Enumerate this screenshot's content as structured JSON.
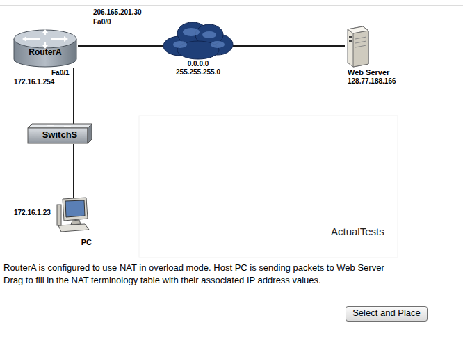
{
  "diagram": {
    "nodes": [
      {
        "text": [
          "RouterA"
        ]
      },
      {
        "text": [
          "0.0.0.0",
          "255.255.255.0"
        ]
      },
      {
        "text": [
          "Web Server",
          "128.77.188.166"
        ]
      },
      {
        "text": [
          "SwitchS"
        ]
      },
      {
        "text": [
          "PC"
        ]
      },
      {
        "text": [
          "Select and Place"
        ]
      }
    ],
    "edges": [
      {
        "from": 0,
        "to": 1,
        "arrow": "none"
      },
      {
        "from": 1,
        "to": 2,
        "arrow": "none"
      },
      {
        "from": 0,
        "to": 3,
        "arrow": "none"
      },
      {
        "from": 3,
        "to": 4,
        "arrow": "none"
      }
    ],
    "labels": [
      "206.165.201.30",
      "Fa0/0",
      "172.16.1.254",
      "Fa0/1",
      "172.16.1.23",
      "ActualTests",
      "RouterA is configured to use NAT in overload mode. Host PC is sending packets to Web Server",
      "Drag to fill in the NAT terminology table with their associated IP address values."
    ]
  }
}
